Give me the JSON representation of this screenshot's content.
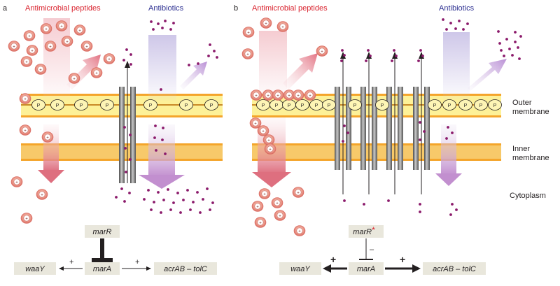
{
  "panels": {
    "a": {
      "letter": "a",
      "amp_label": "Antimicrobial peptides",
      "abx_label": "Antibiotics",
      "regulation": {
        "marR": "marR",
        "marA": "marA",
        "waaY": "waaY",
        "acrAB": "acrAB – tolC",
        "plus_left": "+",
        "plus_right": "+"
      }
    },
    "b": {
      "letter": "b",
      "amp_label": "Antimicrobial peptides",
      "abx_label": "Antibiotics",
      "regulation": {
        "marR": "marR",
        "marR_mark": "*",
        "marA": "marA",
        "waaY": "waaY",
        "acrAB": "acrAB – tolC",
        "plus_left": "+",
        "plus_right": "+",
        "minus": "–"
      }
    }
  },
  "membrane_labels": {
    "outer_line1": "Outer",
    "outer_line2": "membrane",
    "inner_line1": "Inner",
    "inner_line2": "membrane",
    "cytoplasm": "Cytoplasm"
  },
  "symbols": {
    "peptide": "+",
    "phosphate": "P"
  },
  "colors": {
    "amp_red": "#d9232e",
    "abx_blue": "#2e3192",
    "drug_dot": "#8b1a6b",
    "membrane_yellow": "#fdf198",
    "membrane_orange": "#f4a52b",
    "pump_gray": "#7a7a7a",
    "box_beige": "#e9e7dc"
  }
}
